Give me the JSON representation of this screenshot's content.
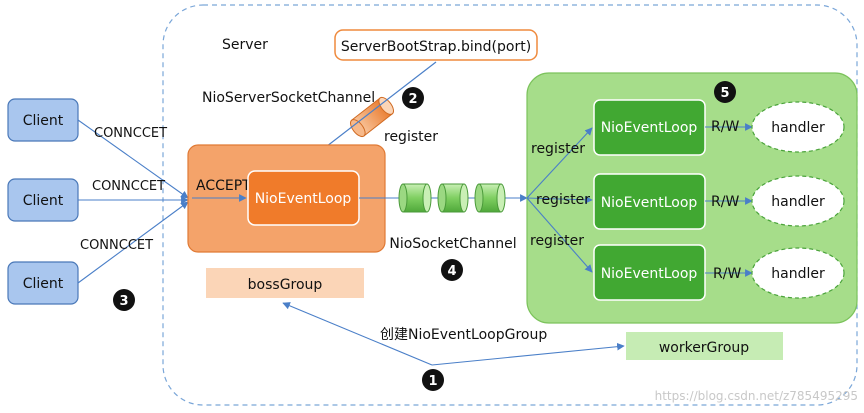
{
  "server": {
    "title": "Server"
  },
  "bootstrap": {
    "label": "ServerBootStrap.bind(port)"
  },
  "nio_server_socket_channel": {
    "label": "NioServerSocketChannel"
  },
  "register_top": {
    "label": "register"
  },
  "clients": [
    {
      "label": "Client",
      "connect_label": "CONNCCET"
    },
    {
      "label": "Client",
      "connect_label": "CONNCCET"
    },
    {
      "label": "Client",
      "connect_label": "CONNCCET"
    }
  ],
  "boss": {
    "accept_label": "ACCEPT",
    "event_loop_label": "NioEventLoop",
    "group_label": "bossGroup"
  },
  "nio_socket_channel": {
    "label": "NioSocketChannel"
  },
  "worker": {
    "group_label": "workerGroup",
    "loops": [
      {
        "register_label": "register",
        "event_loop_label": "NioEventLoop",
        "rw_label": "R/W",
        "handler_label": "handler"
      },
      {
        "register_label": "register",
        "event_loop_label": "NioEventLoop",
        "rw_label": "R/W",
        "handler_label": "handler"
      },
      {
        "register_label": "register",
        "event_loop_label": "NioEventLoop",
        "rw_label": "R/W",
        "handler_label": "handler"
      }
    ]
  },
  "create_group": {
    "label": "创建NioEventLoopGroup"
  },
  "steps": [
    "1",
    "2",
    "3",
    "4",
    "5"
  ],
  "watermark": "https://blog.csdn.net/z785495295",
  "colors": {
    "client_fill": "#a9c6ee",
    "client_stroke": "#4a78b8",
    "boss_fill": "#f4a36a",
    "boss_inner": "#f07b2a",
    "worker_fill": "#a6dd8a",
    "worker_inner": "#41a832",
    "boss_label_bg": "#fbd5b7",
    "worker_label_bg": "#c6ecb4",
    "arrow": "#5b8fd1"
  }
}
